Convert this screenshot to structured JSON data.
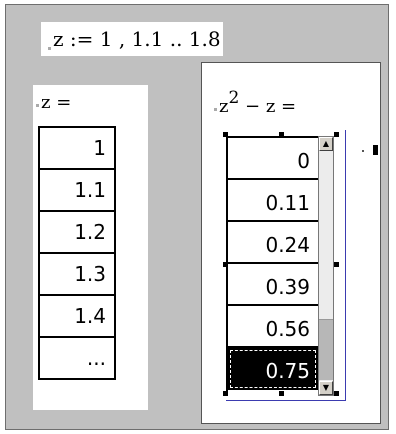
{
  "definition": {
    "text": "z := 1 , 1.1 .. 1.8"
  },
  "eval_z": {
    "label": "z =",
    "values": [
      "1",
      "1.1",
      "1.2",
      "1.3",
      "1.4",
      "..."
    ]
  },
  "eval_f": {
    "label_base": "z",
    "label_exp": "2",
    "label_rest": " − z =",
    "values": [
      "0",
      "0.11",
      "0.24",
      "0.39",
      "0.56",
      "0.75"
    ],
    "selected_index": 5
  },
  "colors": {
    "background_panel": "#c0c0c0",
    "region_bg": "#ffffff",
    "selection_bg": "#000000",
    "frame_line": "#3b3bb0"
  }
}
